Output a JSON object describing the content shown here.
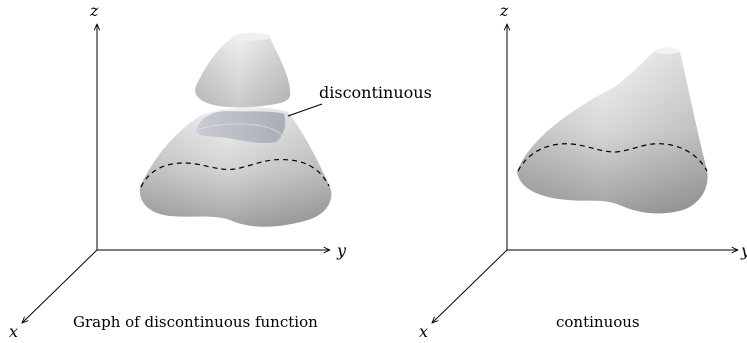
{
  "left_panel": {
    "axes": {
      "z": "z",
      "y": "y",
      "x": "x"
    },
    "annotation": "discontinuous",
    "caption": "Graph of discontinuous function"
  },
  "right_panel": {
    "axes": {
      "z": "z",
      "y": "y",
      "x": "x"
    },
    "caption": "continuous"
  },
  "colors": {
    "surface_light": "#f4f4f4",
    "surface_dark": "#9d9d9d",
    "gap_shadow": "#b8bcc4",
    "axis": "#000000"
  }
}
